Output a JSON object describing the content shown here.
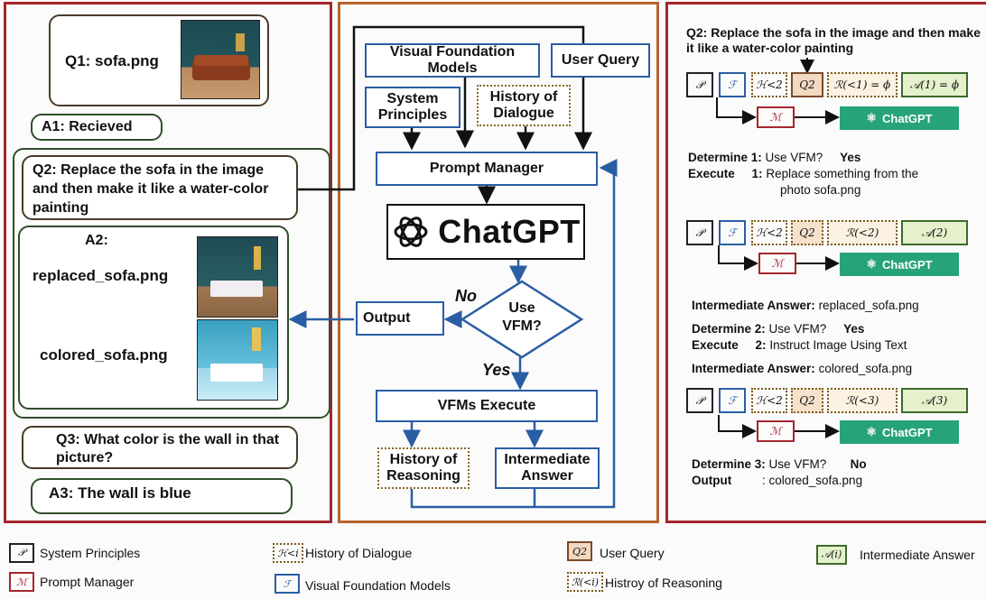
{
  "left": {
    "q1": "Q1: sofa.png",
    "a1": "A1: Recieved",
    "q2": "Q2: Replace the sofa in the image and then make it like a water-color painting",
    "a2": "A2:",
    "replaced": "replaced_sofa.png",
    "colored": "colored_sofa.png",
    "q3": "Q3: What color is the wall in that picture?",
    "a3": "A3: The wall is blue"
  },
  "middle": {
    "vfm": "Visual Foundation Models",
    "user_query": "User Query",
    "system_principles": "System Principles",
    "history_dialogue": "History of Dialogue",
    "prompt_manager": "Prompt Manager",
    "chatgpt": "ChatGPT",
    "use_vfm": "Use VFM?",
    "no": "No",
    "yes": "Yes",
    "output": "Output",
    "vfms_execute": "VFMs Execute",
    "history_reasoning": "History of Reasoning",
    "intermediate_answer": "Intermediate Answer"
  },
  "right": {
    "q2": "Q2: Replace the sofa in the image and then make it like a water-color painting",
    "tokens": {
      "p": "𝒫",
      "f": "ℱ",
      "h": "ℋ<2",
      "q": "Q2",
      "m": "ℳ",
      "r1": "ℛ(<1) = ϕ",
      "a1": "𝒜(1) = ϕ",
      "r2": "ℛ(<2)",
      "a2": "𝒜(2)",
      "r3": "ℛ(<3)",
      "a3": "𝒜(3)"
    },
    "chatgpt": "ChatGPT",
    "det1_label": "Determine 1:",
    "det1_val": "Use VFM?",
    "det1_ans": "Yes",
    "exec1_label": "Execute",
    "exec1_num": "1:",
    "exec1_val": "Replace something from the",
    "exec1_val2": "photo sofa.png",
    "inter1_label": "Intermediate Answer:",
    "inter1_val": "replaced_sofa.png",
    "det2_label": "Determine 2:",
    "det2_val": "Use VFM?",
    "det2_ans": "Yes",
    "exec2_label": "Execute",
    "exec2_num": "2:",
    "exec2_val": "Instruct Image Using Text",
    "inter2_label": "Intermediate Answer:",
    "inter2_val": "colored_sofa.png",
    "det3_label": "Determine 3:",
    "det3_val": "Use VFM?",
    "det3_ans": "No",
    "out_label": "Output",
    "out_val": ": colored_sofa.png"
  },
  "legend": {
    "system_principles": "System Principles",
    "history_dialogue": "History of Dialogue",
    "user_query": "User Query",
    "intermediate_answer": "Intermediate Answer",
    "prompt_manager": "Prompt Manager",
    "vfm": "Visual Foundation Models",
    "history_reasoning": "Histroy of Reasoning",
    "icons": {
      "p": "𝒫",
      "m": "ℳ",
      "h": "ℋ<i",
      "f": "ℱ",
      "q": "Q2",
      "r": "ℛ(<i)",
      "a": "𝒜(i)"
    }
  },
  "colors": {
    "red_border": "#a4272e",
    "blue": "#2a5ea3",
    "chatgpt_green": "#27a37a"
  }
}
